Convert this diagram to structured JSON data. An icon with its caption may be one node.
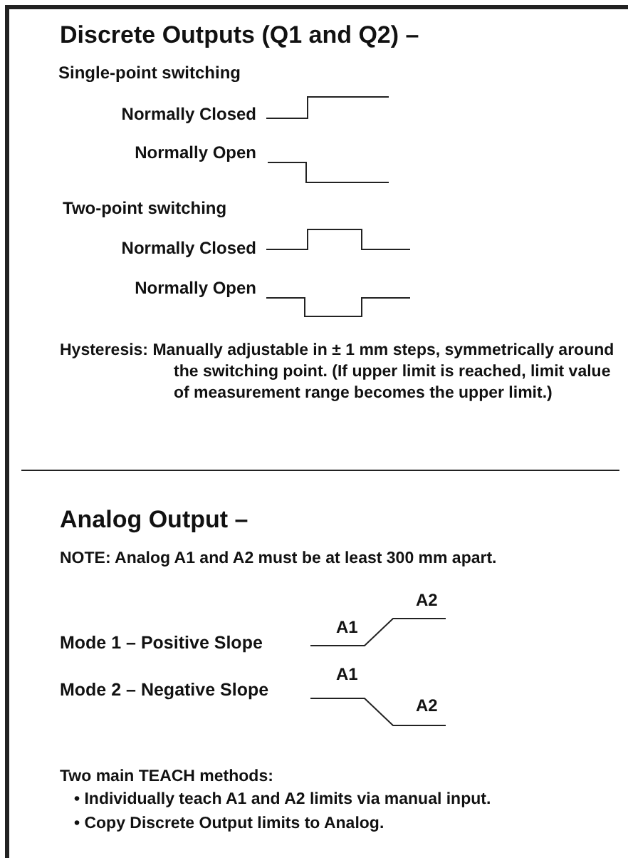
{
  "diagram": {
    "labels": [
      "Discrete Outputs (Q1 and Q2) –",
      "Single-point switching",
      "Normally Closed",
      "Normally Open",
      "Two-point switching",
      "Normally Closed",
      "Normally Open",
      "Hysteresis: Manually adjustable in ± 1 mm steps, symmetrically around the switching point. (If upper limit is reached, limit value of measurement range becomes the upper limit.)",
      "Analog Output –",
      "NOTE: Analog A1 and A2 must be at least 300 mm apart.",
      "A2",
      "A1",
      "Mode 1 – Positive Slope",
      "A1",
      "Mode 2 – Negative Slope",
      "A2",
      "Two main TEACH methods:",
      "• Individually teach A1 and A2 limits via manual input.",
      "• Copy Discrete Output limits to Analog."
    ]
  }
}
